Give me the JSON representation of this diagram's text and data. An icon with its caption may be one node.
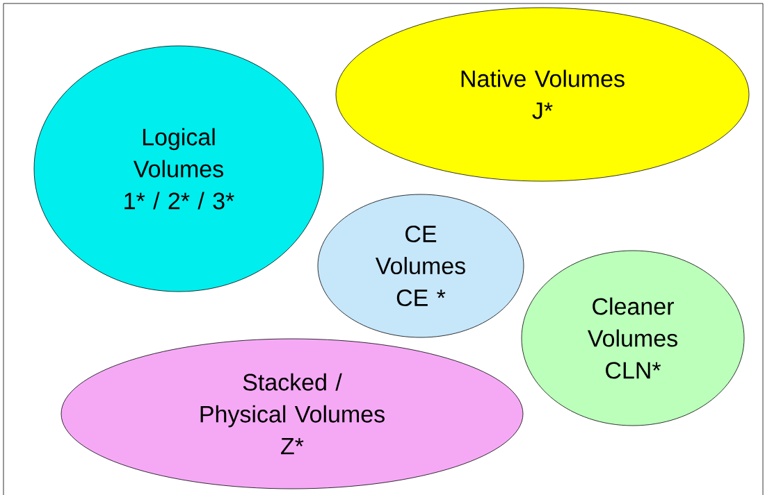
{
  "diagram": {
    "nodes": [
      {
        "text": [
          "Logical Volumes",
          "1* / 2* / 3*"
        ]
      },
      {
        "text": [
          "Native Volumes",
          "J*"
        ]
      },
      {
        "text": [
          "CE Volumes",
          "CE *"
        ]
      },
      {
        "text": [
          "Cleaner Volumes",
          "CLN*"
        ]
      },
      {
        "text": [
          "Stacked / Physical Volumes",
          "Z*"
        ]
      }
    ]
  }
}
